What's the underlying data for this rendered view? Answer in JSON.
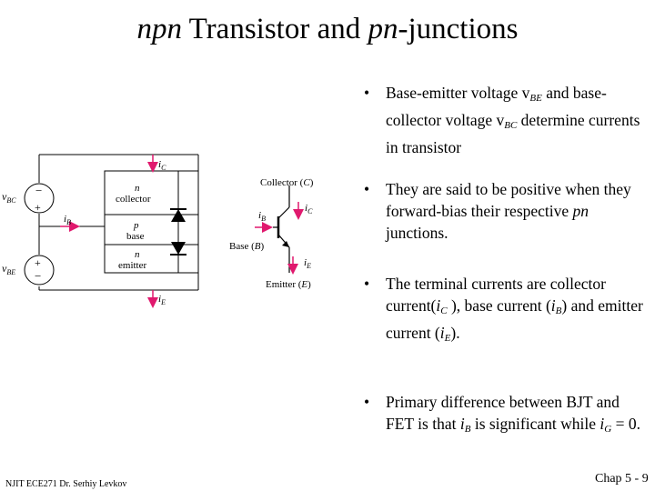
{
  "title": {
    "part1_italic": "npn",
    "part2": " Transistor and ",
    "part3_italic": "pn",
    "part4": "-junctions"
  },
  "bullets": [
    {
      "segments": [
        "Base-emitter voltage v",
        "BE",
        " and base-collector voltage v",
        "BC",
        " determine currents in transistor"
      ]
    },
    {
      "segments": [
        "They are said to be positive when they forward-bias their respective ",
        "pn",
        " junctions."
      ]
    },
    {
      "segments": [
        "The terminal currents are collector current(",
        "i",
        "C",
        " ), base current (",
        "i",
        "B",
        ") and emitter current (",
        "i",
        "E",
        ")."
      ]
    },
    {
      "segments": [
        "Primary difference between BJT and FET is that ",
        "i",
        "B",
        " is significant while ",
        "i",
        "G",
        " = 0."
      ]
    }
  ],
  "diagram": {
    "labels": {
      "vBC": "v",
      "vBC_sub": "BC",
      "vBE": "v",
      "vBE_sub": "BE",
      "iC": "i",
      "iC_sub": "C",
      "iB": "i",
      "iB_sub": "B",
      "iE": "i",
      "iE_sub": "E",
      "n_top": "n",
      "collector": "collector",
      "p": "p",
      "base": "base",
      "n_bot": "n",
      "emitter": "emitter",
      "plus": "+",
      "minus": "−",
      "collector_term": "Collector (",
      "collector_term_C": "C",
      "collector_term_end": ")",
      "base_term": "Base (",
      "base_term_B": "B",
      "base_term_end": ")",
      "emitter_term": "Emitter (",
      "emitter_term_E": "E",
      "emitter_term_end": ")"
    },
    "colors": {
      "arrow": "#e0196e",
      "lines": "#000000"
    }
  },
  "footer": {
    "left": "NJIT   ECE271  Dr. Serhiy Levkov",
    "right": "Chap 5 - 9"
  }
}
